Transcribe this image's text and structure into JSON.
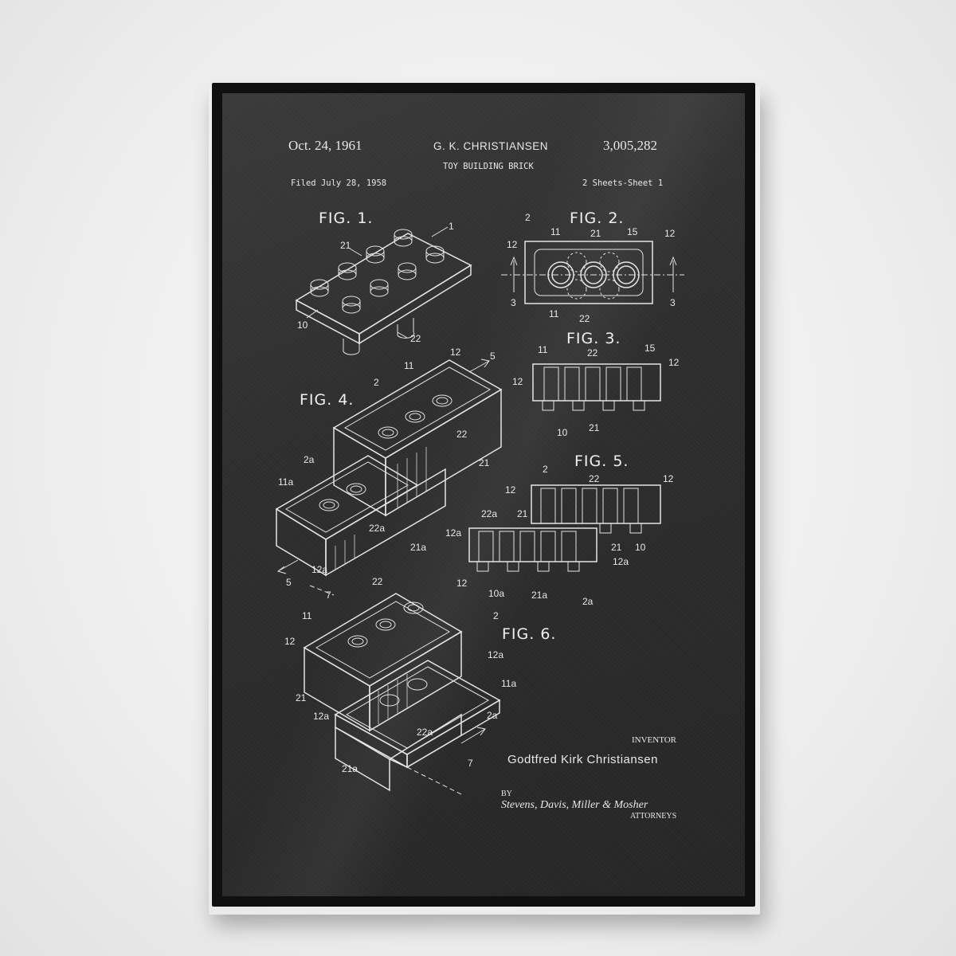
{
  "header": {
    "date": "Oct. 24, 1961",
    "inventor_short": "G. K. CHRISTIANSEN",
    "patent_number": "3,005,282",
    "title": "TOY BUILDING BRICK",
    "filed": "Filed July 28, 1958",
    "sheets": "2 Sheets-Sheet 1"
  },
  "figures": {
    "fig1": "FIG. 1.",
    "fig2": "FIG. 2.",
    "fig3": "FIG. 3.",
    "fig4": "FIG. 4.",
    "fig5": "FIG. 5.",
    "fig6": "FIG. 6."
  },
  "reference_numerals": {
    "n1": "1",
    "n2": "2",
    "n3": "3",
    "n5": "5",
    "n7": "7",
    "n10": "10",
    "n10a": "10a",
    "n11": "11",
    "n11a": "11a",
    "n12": "12",
    "n12a": "12a",
    "n15": "15",
    "n21": "21",
    "n21a": "21a",
    "n22": "22",
    "n22a": "22a",
    "n2a": "2a"
  },
  "footer": {
    "inventor_label": "INVENTOR",
    "inventor_name": "Godtfred Kirk Christiansen",
    "by": "BY",
    "attorneys_signature": "Stevens, Davis, Miller & Mosher",
    "attorneys_label": "ATTORNEYS"
  },
  "colors": {
    "wall": "#eeeeee",
    "frame": "#101010",
    "poster_background": "#2f2f2f",
    "line_art": "#e4e4e4"
  }
}
